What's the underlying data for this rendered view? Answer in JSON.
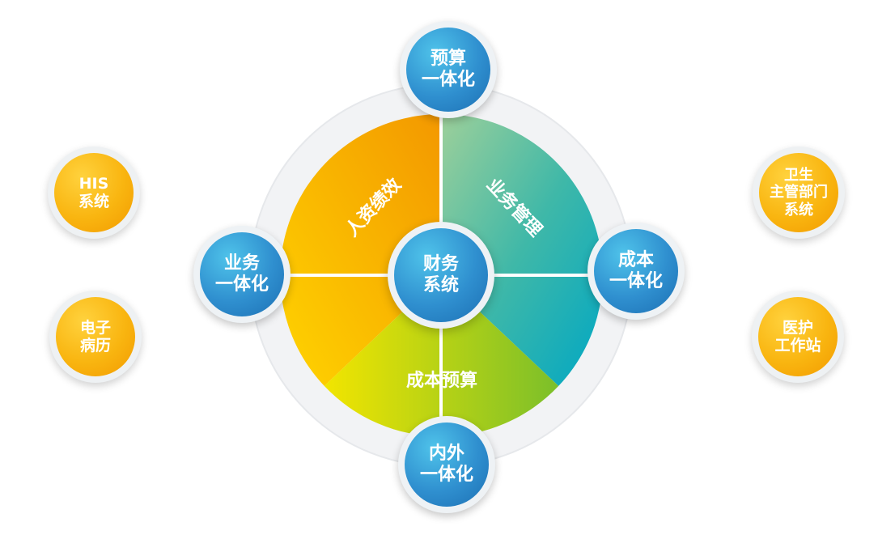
{
  "center": {
    "lines": [
      "财务",
      "系统"
    ]
  },
  "segments": {
    "top_left": "人资绩效",
    "top_right": "业务管理",
    "bottom": "成本预算"
  },
  "hubs": {
    "top": [
      "预算",
      "一体化"
    ],
    "left": [
      "业务",
      "一体化"
    ],
    "right": [
      "成本",
      "一体化"
    ],
    "bottom": [
      "内外",
      "一体化"
    ]
  },
  "sides": {
    "left_top": [
      "HIS",
      "系统"
    ],
    "left_bottom": [
      "电子",
      "病历"
    ],
    "right_top": [
      "卫生",
      "主管部门",
      "系统"
    ],
    "right_bottom": [
      "医护",
      "工作站"
    ]
  },
  "colors": {
    "blue": "#2f8fcf",
    "orange": "#f9b510",
    "teal": "#1fb3c0",
    "green": "#8cc63f",
    "yellow_orange": "#f7a800"
  }
}
